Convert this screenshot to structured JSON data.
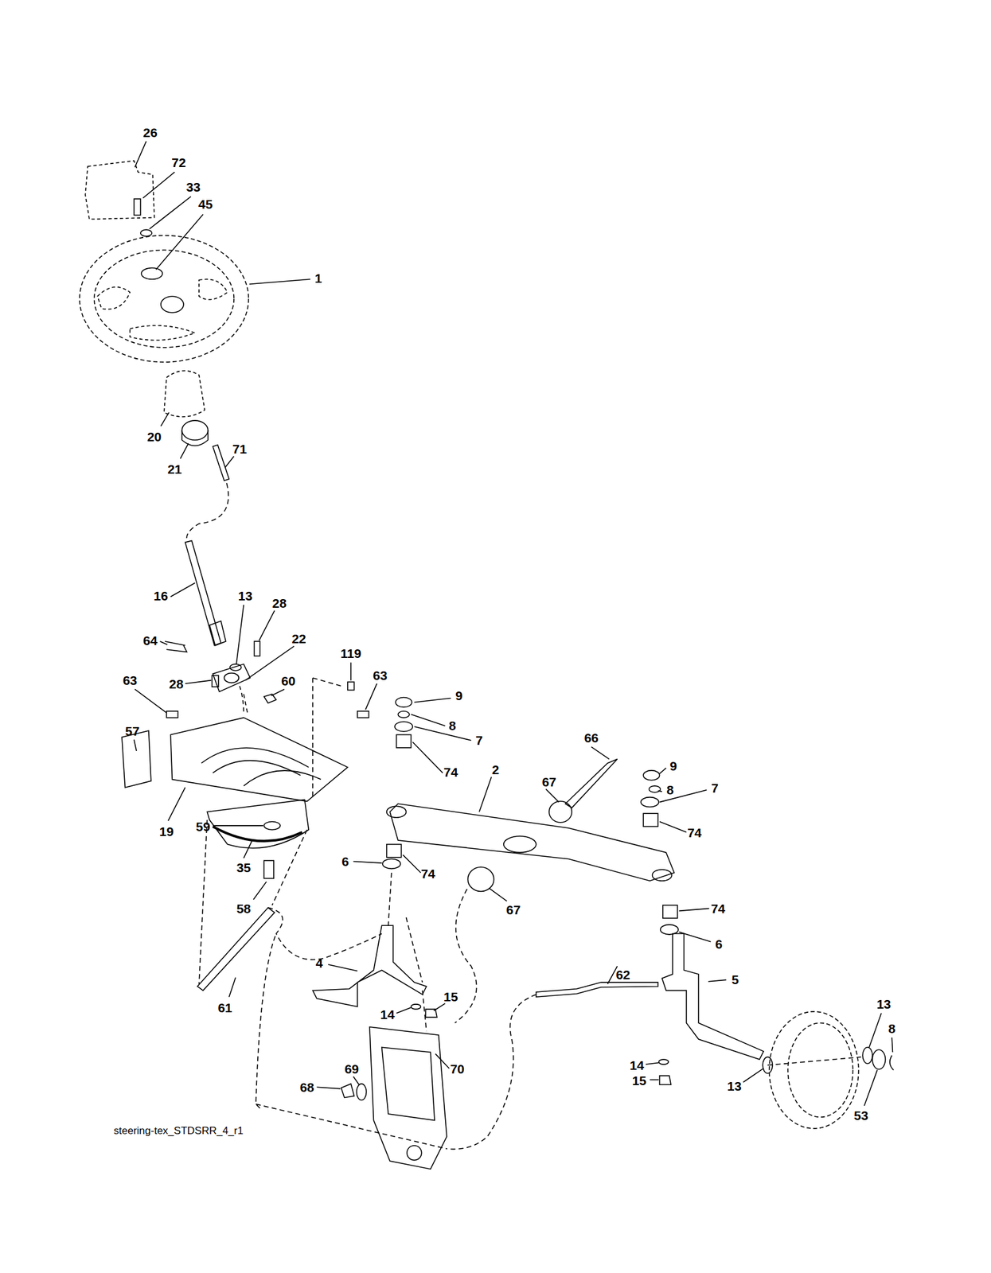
{
  "diagram": {
    "caption": "steering-tex_STDSRR_4_r1",
    "labels": [
      "26",
      "72",
      "33",
      "45",
      "1",
      "20",
      "21",
      "71",
      "16",
      "13",
      "28",
      "64",
      "22",
      "119",
      "63",
      "63",
      "28",
      "60",
      "9",
      "8",
      "7",
      "74",
      "66",
      "2",
      "67",
      "9",
      "8",
      "7",
      "74",
      "57",
      "19",
      "59",
      "35",
      "6",
      "74",
      "58",
      "67",
      "74",
      "6",
      "4",
      "5",
      "15",
      "14",
      "61",
      "62",
      "13",
      "8",
      "69",
      "70",
      "68",
      "14",
      "15",
      "13",
      "53"
    ]
  }
}
